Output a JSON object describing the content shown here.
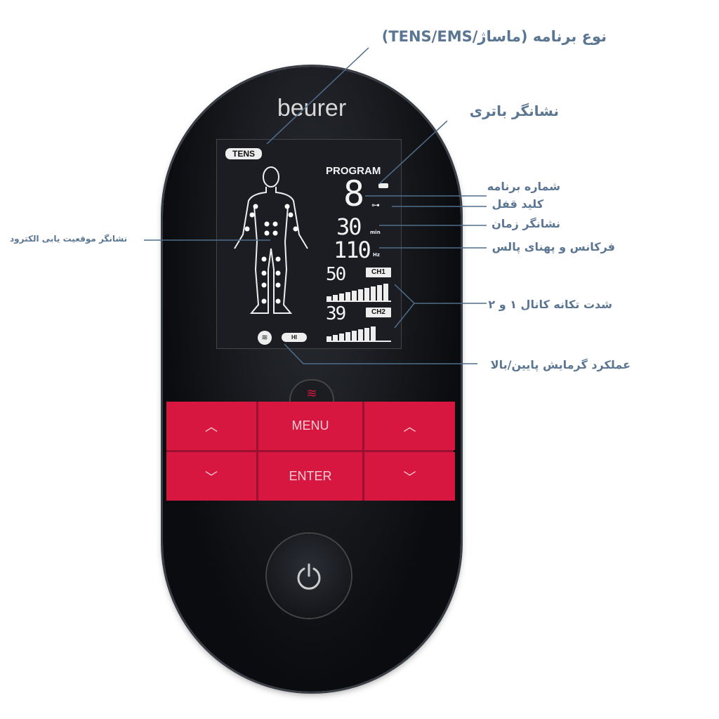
{
  "device": {
    "brand": "beurer",
    "screen": {
      "mode_badge": "TENS",
      "program_label": "PROGRAM",
      "program_number": "8",
      "time_value": "30",
      "time_unit": "min",
      "frequency_value": "110",
      "frequency_unit": "Hz",
      "ch1_value": "50",
      "ch1_label": "CH1",
      "ch1_level": 10,
      "ch2_value": "39",
      "ch2_label": "CH2",
      "ch2_level": 8,
      "heat_level": "HI",
      "battery_icon": "battery-icon",
      "lock_icon": "key-icon"
    },
    "buttons": {
      "menu": "MENU",
      "enter": "ENTER",
      "up": "up-chevron-icon",
      "down": "down-chevron-icon",
      "heat": "heat-icon",
      "power": "power-icon"
    }
  },
  "labels": {
    "program_type": "نوع برنامه (ماساژ/TENS/EMS)",
    "battery": "نشانگر باتری",
    "program_number": "شماره برنامه",
    "key_lock": "کلید قفل",
    "time": "نشانگر زمان",
    "frequency": "فرکانس و پهنای پالس",
    "intensity": "شدت تکانه کانال ۱ و ۲",
    "heating": "عملکرد گرمایش پایین/بالا",
    "electrode": "نشانگر موقعیت یابی الکترود"
  },
  "colors": {
    "label": "#5b7692",
    "accent_red": "#d7173f",
    "device": "#0b0c0f"
  }
}
